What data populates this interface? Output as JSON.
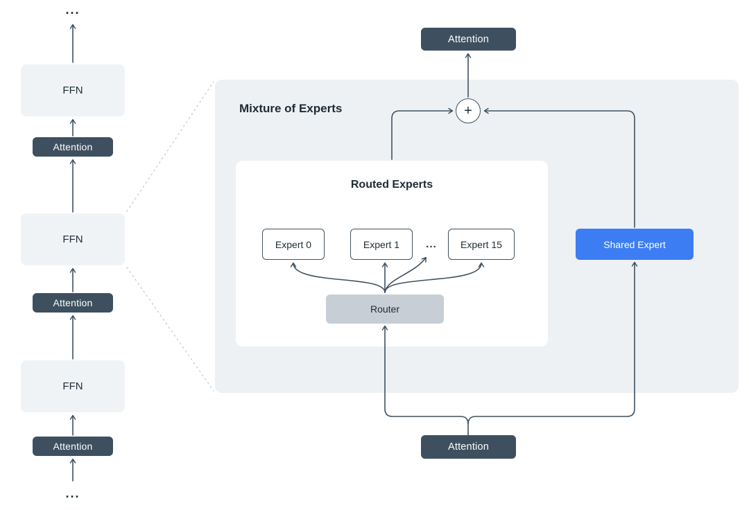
{
  "left_stack": {
    "dots_top": "...",
    "ffn_1": "FFN",
    "attention_1": "Attention",
    "ffn_2": "FFN",
    "attention_2": "Attention",
    "ffn_3": "FFN",
    "attention_3": "Attention",
    "dots_bottom": "..."
  },
  "moe": {
    "panel_title": "Mixture of Experts",
    "attention_top": "Attention",
    "plus_sign": "+",
    "routed_experts": {
      "title": "Routed Experts",
      "experts": [
        "Expert 0",
        "Expert 1",
        "Expert 15"
      ],
      "ellipsis": "...",
      "router_label": "Router"
    },
    "shared_expert_label": "Shared Expert",
    "attention_bottom": "Attention"
  },
  "colors": {
    "dark_slate": "#3e505f",
    "panel_bg": "#eef1f4",
    "light_box_bg": "#f0f3f6",
    "router_bg": "#c7ced6",
    "shared_expert_blue": "#3d7df4",
    "box_text_dark": "#1c2b33",
    "dotted_line": "#c6ccd4"
  }
}
